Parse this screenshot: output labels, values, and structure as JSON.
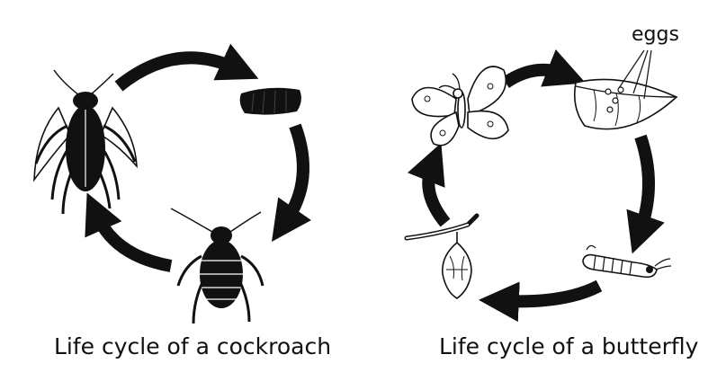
{
  "diagrams": {
    "cockroach": {
      "caption": "Life cycle of a cockroach",
      "stages": [
        {
          "icon": "adult-cockroach-icon"
        },
        {
          "icon": "ootheca-egg-case-icon"
        },
        {
          "icon": "nymph-icon"
        }
      ]
    },
    "butterfly": {
      "caption": "Life cycle of a butterfly",
      "eggs_label": "eggs",
      "stages": [
        {
          "icon": "adult-butterfly-icon"
        },
        {
          "icon": "leaf-with-eggs-icon"
        },
        {
          "icon": "caterpillar-icon"
        },
        {
          "icon": "chrysalis-icon"
        }
      ]
    }
  },
  "colors": {
    "ink": "#111111",
    "background": "#ffffff"
  }
}
